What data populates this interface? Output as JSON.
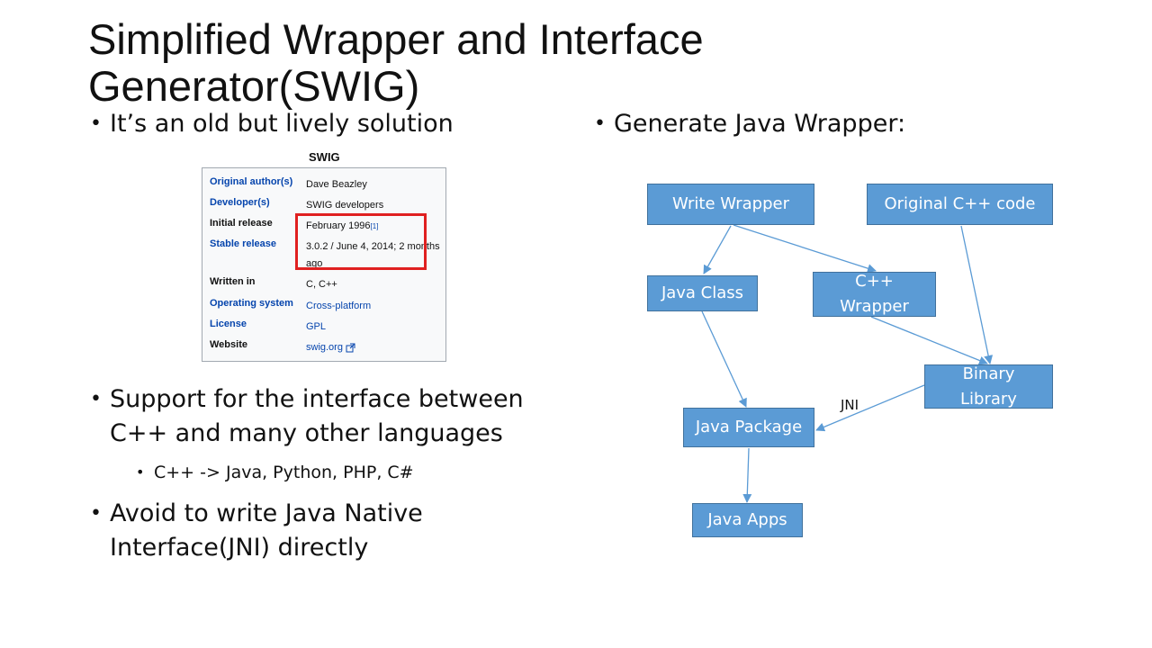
{
  "title": "Simplified Wrapper and Interface Generator(SWIG)",
  "left": {
    "bullet1": "It’s an old but lively solution",
    "bullet2": "Support for the interface between C++ and many other languages",
    "sub1": "C++ -> Java, Python, PHP, C#",
    "bullet3": "Avoid to write Java Native Interface(JNI) directly"
  },
  "infobox": {
    "title": "SWIG",
    "rows": [
      {
        "key": "Original author(s)",
        "value": "Dave Beazley"
      },
      {
        "key": "Developer(s)",
        "value": "SWIG developers"
      },
      {
        "key": "Initial release",
        "value": "February 1996",
        "sup": "[1]"
      },
      {
        "key": "Stable release",
        "value": "3.0.2 / June 4, 2014; 2 months ago"
      },
      {
        "key": "Written in",
        "value": "C, C++"
      },
      {
        "key": "Operating system",
        "value": "Cross-platform"
      },
      {
        "key": "License",
        "value": "GPL"
      },
      {
        "key": "Website",
        "value": "swig.org"
      }
    ]
  },
  "right": {
    "bullet1": "Generate Java Wrapper:"
  },
  "diagram": {
    "nodes": {
      "write_wrapper": "Write Wrapper",
      "original_cpp": "Original C++ code",
      "java_class": "Java Class",
      "cpp_wrapper": "C++ Wrapper",
      "binary_library": "Binary Library",
      "java_package": "Java Package",
      "java_apps": "Java Apps"
    },
    "edge_label": "JNI",
    "colors": {
      "node_fill": "#5b9bd5",
      "node_border": "#41719c",
      "arrow": "#5b9bd5",
      "highlight": "#e02020"
    }
  }
}
